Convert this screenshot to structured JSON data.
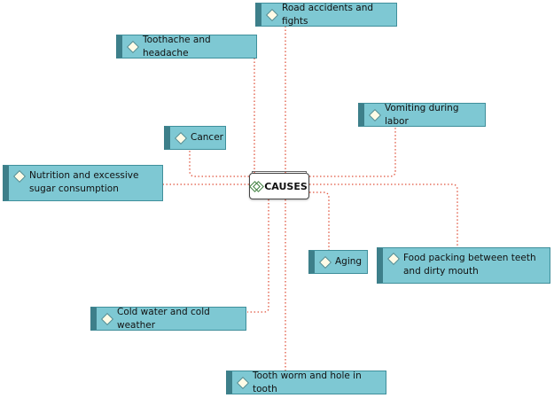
{
  "center": {
    "label": "CAUSES"
  },
  "nodes": {
    "road_accidents": "Road accidents and fights",
    "toothache": "Toothache and headache",
    "vomiting": "Vomiting during labor",
    "cancer": "Cancer",
    "nutrition": "Nutrition and excessive sugar consumption",
    "aging": "Aging",
    "food_packing": "Food packing between teeth and dirty mouth",
    "cold_water": "Cold water and cold weather",
    "tooth_worm": "Tooth worm and hole in tooth"
  },
  "colors": {
    "node_fill": "#7ec8d3",
    "node_accent": "#3d7f8a",
    "connector": "#e0553f"
  }
}
